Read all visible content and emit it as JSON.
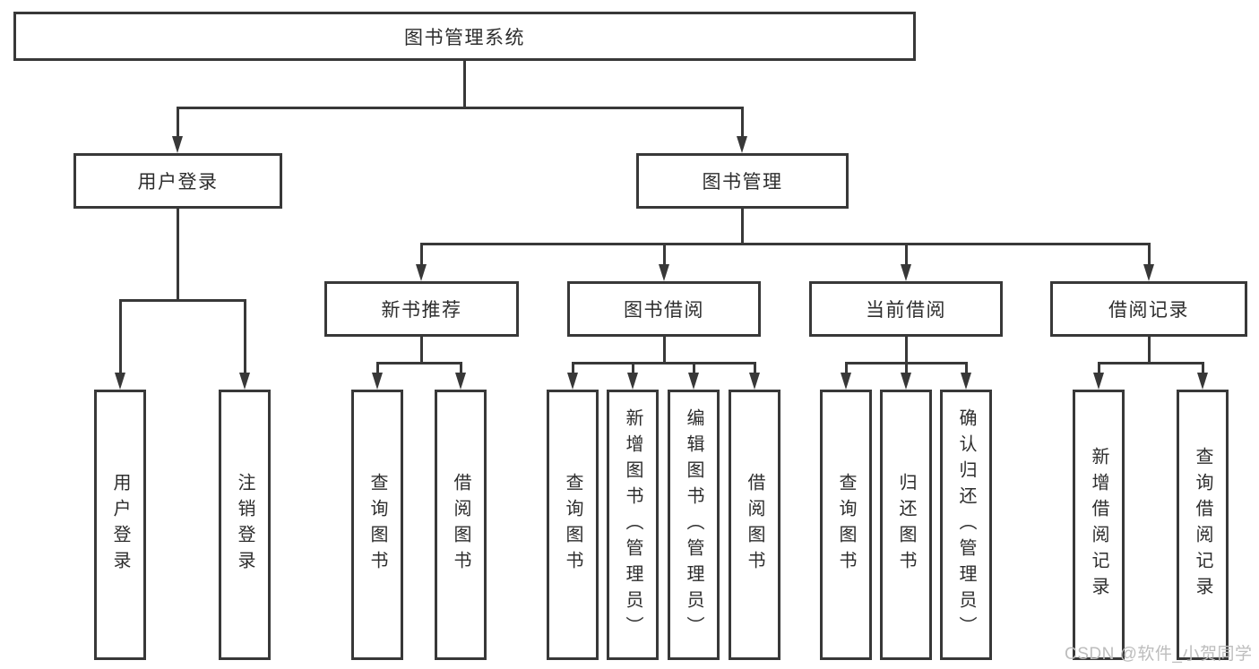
{
  "diagram_title": "图书管理系统",
  "nodes": {
    "root": {
      "label": "图书管理系统"
    },
    "branches": [
      {
        "label": "用户登录",
        "children": [
          {
            "label": "用户登录"
          },
          {
            "label": "注销登录"
          }
        ]
      },
      {
        "label": "图书管理",
        "children": [
          {
            "label": "新书推荐",
            "children": [
              {
                "label": "查询图书"
              },
              {
                "label": "借阅图书"
              }
            ]
          },
          {
            "label": "图书借阅",
            "children": [
              {
                "label": "查询图书"
              },
              {
                "label": "新增图书（管理员）"
              },
              {
                "label": "编辑图书（管理员）"
              },
              {
                "label": "借阅图书"
              }
            ]
          },
          {
            "label": "当前借阅",
            "children": [
              {
                "label": "查询图书"
              },
              {
                "label": "归还图书"
              },
              {
                "label": "确认归还（管理员）"
              }
            ]
          },
          {
            "label": "借阅记录",
            "children": [
              {
                "label": "新增借阅记录"
              },
              {
                "label": "查询借阅记录"
              }
            ]
          }
        ]
      }
    ]
  },
  "watermark": {
    "text": "CSDN @软件_小贺同学"
  },
  "colors": {
    "line": "#383838",
    "text": "#2d2d2d",
    "background": "#ffffff",
    "watermark": "#bdbdbd"
  }
}
